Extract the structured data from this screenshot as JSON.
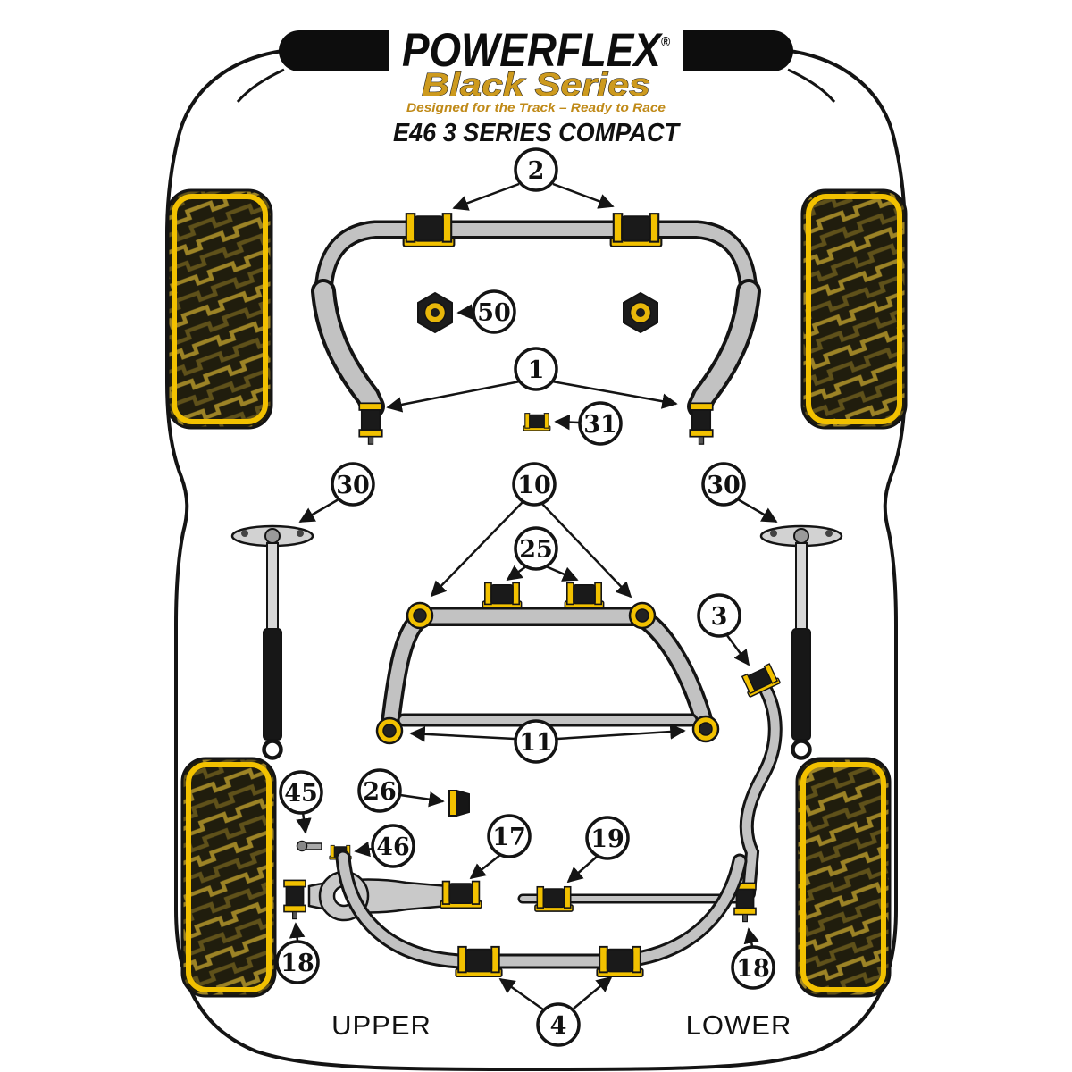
{
  "header": {
    "brand": "POWERFLEX",
    "reg": "®",
    "series": "Black Series",
    "tagline": "Designed for the Track – Ready to Race",
    "model": "E46 3 SERIES COMPACT"
  },
  "labels": {
    "upper": "UPPER",
    "lower": "LOWER"
  },
  "callouts": {
    "c2": "2",
    "c50": "50",
    "c1": "1",
    "c31": "31",
    "c30_left": "30",
    "c10": "10",
    "c30_right": "30",
    "c25": "25",
    "c3": "3",
    "c11": "11",
    "c45": "45",
    "c26": "26",
    "c46": "46",
    "c17": "17",
    "c19": "19",
    "c18_left": "18",
    "c18_right": "18",
    "c4": "4"
  },
  "colors": {
    "accent_yellow": "#F2C100",
    "logo_gold": "#CD9A1E",
    "part_gray": "#C2C2C2",
    "ink": "#141414"
  }
}
